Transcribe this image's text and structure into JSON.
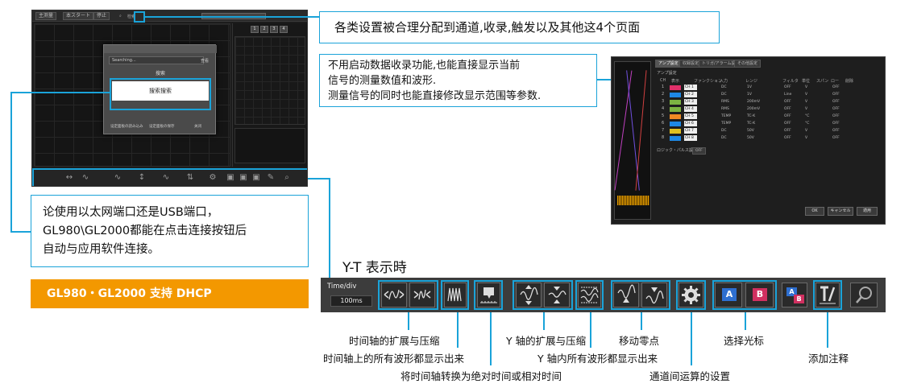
{
  "software_screenshot": {
    "menu_buttons": [
      "主测量",
      "本スタート",
      "停止"
    ],
    "search_icon_label": "检索",
    "right_panel_tabs": [
      "1",
      "2",
      "3",
      "4"
    ],
    "dialog": {
      "row_text": "Searching...",
      "row_right": "查看",
      "title_button": "搜索",
      "search_button": "搜索搜索",
      "footer_left": "设定面板の読み込み",
      "footer_mid": "设定面板の保存",
      "footer_right": "关闭"
    }
  },
  "callouts": {
    "top": "各类设置被合理分配到通道,收录,触发以及其他这4个页面",
    "middle": [
      "不用启动数据收录功能,也能直接显示当前",
      "信号的测量数值和波形.",
      "测量信号的同时也能直接修改显示范围等参数."
    ],
    "left": [
      "论使用以太网端口还是USB端口，",
      "GL980\\GL2000都能在点击连接按钮后",
      "自动与应用软件连接。"
    ]
  },
  "dhcp_banner": "GL980・GL2000 支持 DHCP",
  "settings_screenshot": {
    "tabs": [
      "アンプ設定",
      "収録設定",
      "トリガ/アラーム設定",
      "その他設定"
    ],
    "section_title": "アンプ設定",
    "headers": [
      "CH",
      "表示",
      "ファンクション",
      "入力",
      "レンジ",
      "フィルタ",
      "単位",
      "スパン",
      "ロー",
      "削除"
    ],
    "rows": [
      {
        "ch": "1",
        "color": "#e0306a",
        "name": "CH 1",
        "input": "DC",
        "range": "1V",
        "filter": "OFF",
        "unit": "V",
        "span": "OFF"
      },
      {
        "ch": "2",
        "color": "#1e88e5",
        "name": "CH 2",
        "input": "DC",
        "range": "1V",
        "filter": "Line",
        "unit": "V",
        "span": "OFF"
      },
      {
        "ch": "3",
        "color": "#7cb342",
        "name": "CH 3",
        "input": "RMS",
        "range": "200mV",
        "filter": "OFF",
        "unit": "V",
        "span": "OFF"
      },
      {
        "ch": "4",
        "color": "#7cb342",
        "name": "CH 4",
        "input": "RMS",
        "range": "200mV",
        "filter": "OFF",
        "unit": "V",
        "span": "OFF"
      },
      {
        "ch": "5",
        "color": "#f08a24",
        "name": "CH 5",
        "input": "TEMP",
        "range": "TC-K",
        "filter": "OFF",
        "unit": "°C",
        "span": "OFF"
      },
      {
        "ch": "6",
        "color": "#1e88e5",
        "name": "CH 6",
        "input": "TEMP",
        "range": "TC-K",
        "filter": "OFF",
        "unit": "°C",
        "span": "OFF"
      },
      {
        "ch": "7",
        "color": "#e0c020",
        "name": "CH 7",
        "input": "DC",
        "range": "50V",
        "filter": "OFF",
        "unit": "V",
        "span": "OFF"
      },
      {
        "ch": "8",
        "color": "#1e88e5",
        "name": "CH 8",
        "input": "DC",
        "range": "50V",
        "filter": "OFF",
        "unit": "V",
        "span": "OFF"
      }
    ],
    "logic_label": "ロジック・パルス設定",
    "logic_value": "OFF",
    "footer_buttons": [
      "OK",
      "キャンセル",
      "適用"
    ]
  },
  "toolbar": {
    "section_title": "Y-T 表示時",
    "timediv_label": "Time/div",
    "timediv_value": "100ms",
    "annotations": {
      "time_expand": "时间轴的扩展与压缩",
      "time_all": "时间轴上的所有波形都显示出来",
      "time_abs": "将时间轴转换为绝对时间或相对时间",
      "y_expand": "Y 轴的扩展与压缩",
      "y_all": "Y 轴内所有波形都显示出来",
      "zero": "移动零点",
      "calc": "通道间运算的设置",
      "cursor": "选择光标",
      "comment": "添加注释"
    },
    "cursor_labels": [
      "A",
      "B",
      "A",
      "B"
    ]
  },
  "colors": {
    "accent_blue": "#1aa3d9",
    "banner_orange": "#f39800",
    "toolbar_bg": "#3c3c3c",
    "cursor_blue": "#2e6fd0",
    "cursor_red": "#d03060"
  }
}
